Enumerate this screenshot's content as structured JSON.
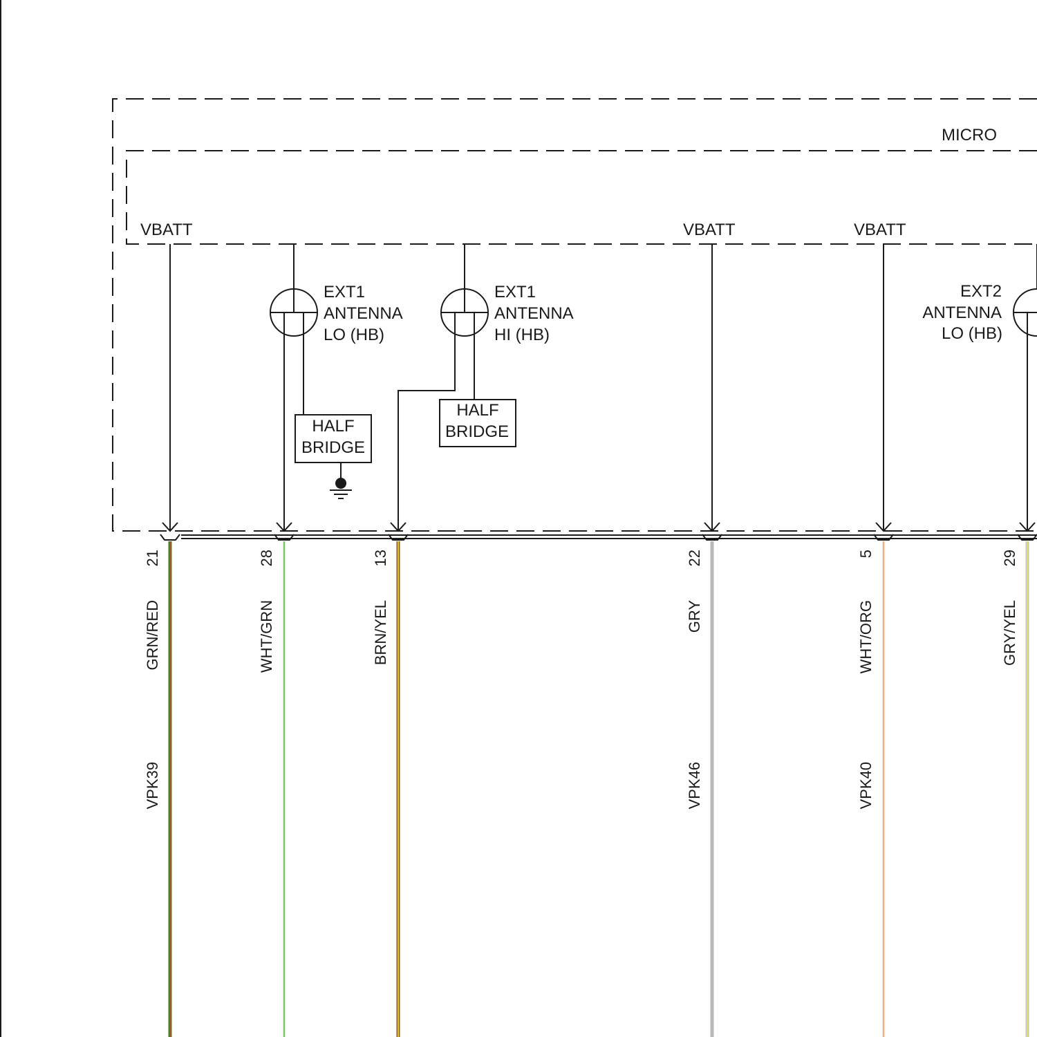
{
  "modules": {
    "micro_label": "MICRO"
  },
  "supplies": {
    "vbatt_1": "VBATT",
    "vbatt_2": "VBATT",
    "vbatt_3": "VBATT"
  },
  "antennas": {
    "ext1_lo": {
      "line1": "EXT1",
      "line2": "ANTENNA",
      "line3": "LO (HB)"
    },
    "ext1_hi": {
      "line1": "EXT1",
      "line2": "ANTENNA",
      "line3": "HI (HB)"
    },
    "ext2_lo": {
      "line1": "EXT2",
      "line2": "ANTENNA",
      "line3": "LO (HB)"
    }
  },
  "half_bridges": {
    "hb_1": {
      "line1": "HALF",
      "line2": "BRIDGE"
    },
    "hb_2": {
      "line1": "HALF",
      "line2": "BRIDGE"
    }
  },
  "wires": [
    {
      "pin": "21",
      "color": "GRN/RED",
      "circuit": "VPK39",
      "stroke": "#3d8a2e",
      "stripe": "#d83a2a"
    },
    {
      "pin": "28",
      "color": "WHT/GRN",
      "circuit": "",
      "stroke": "#e8f2e2",
      "stripe": "#5db348"
    },
    {
      "pin": "13",
      "color": "BRN/YEL",
      "circuit": "",
      "stroke": "#8b5a22",
      "stripe": "#f2e020"
    },
    {
      "pin": "22",
      "color": "GRY",
      "circuit": "VPK46",
      "stroke": "#b8b8b8",
      "stripe": "#b8b8b8"
    },
    {
      "pin": "5",
      "color": "WHT/ORG",
      "circuit": "VPK40",
      "stroke": "#f4ede6",
      "stripe": "#f0a060"
    },
    {
      "pin": "29",
      "color": "GRY/YEL",
      "circuit": "",
      "stroke": "#c4c4c4",
      "stripe": "#e8e850"
    }
  ]
}
